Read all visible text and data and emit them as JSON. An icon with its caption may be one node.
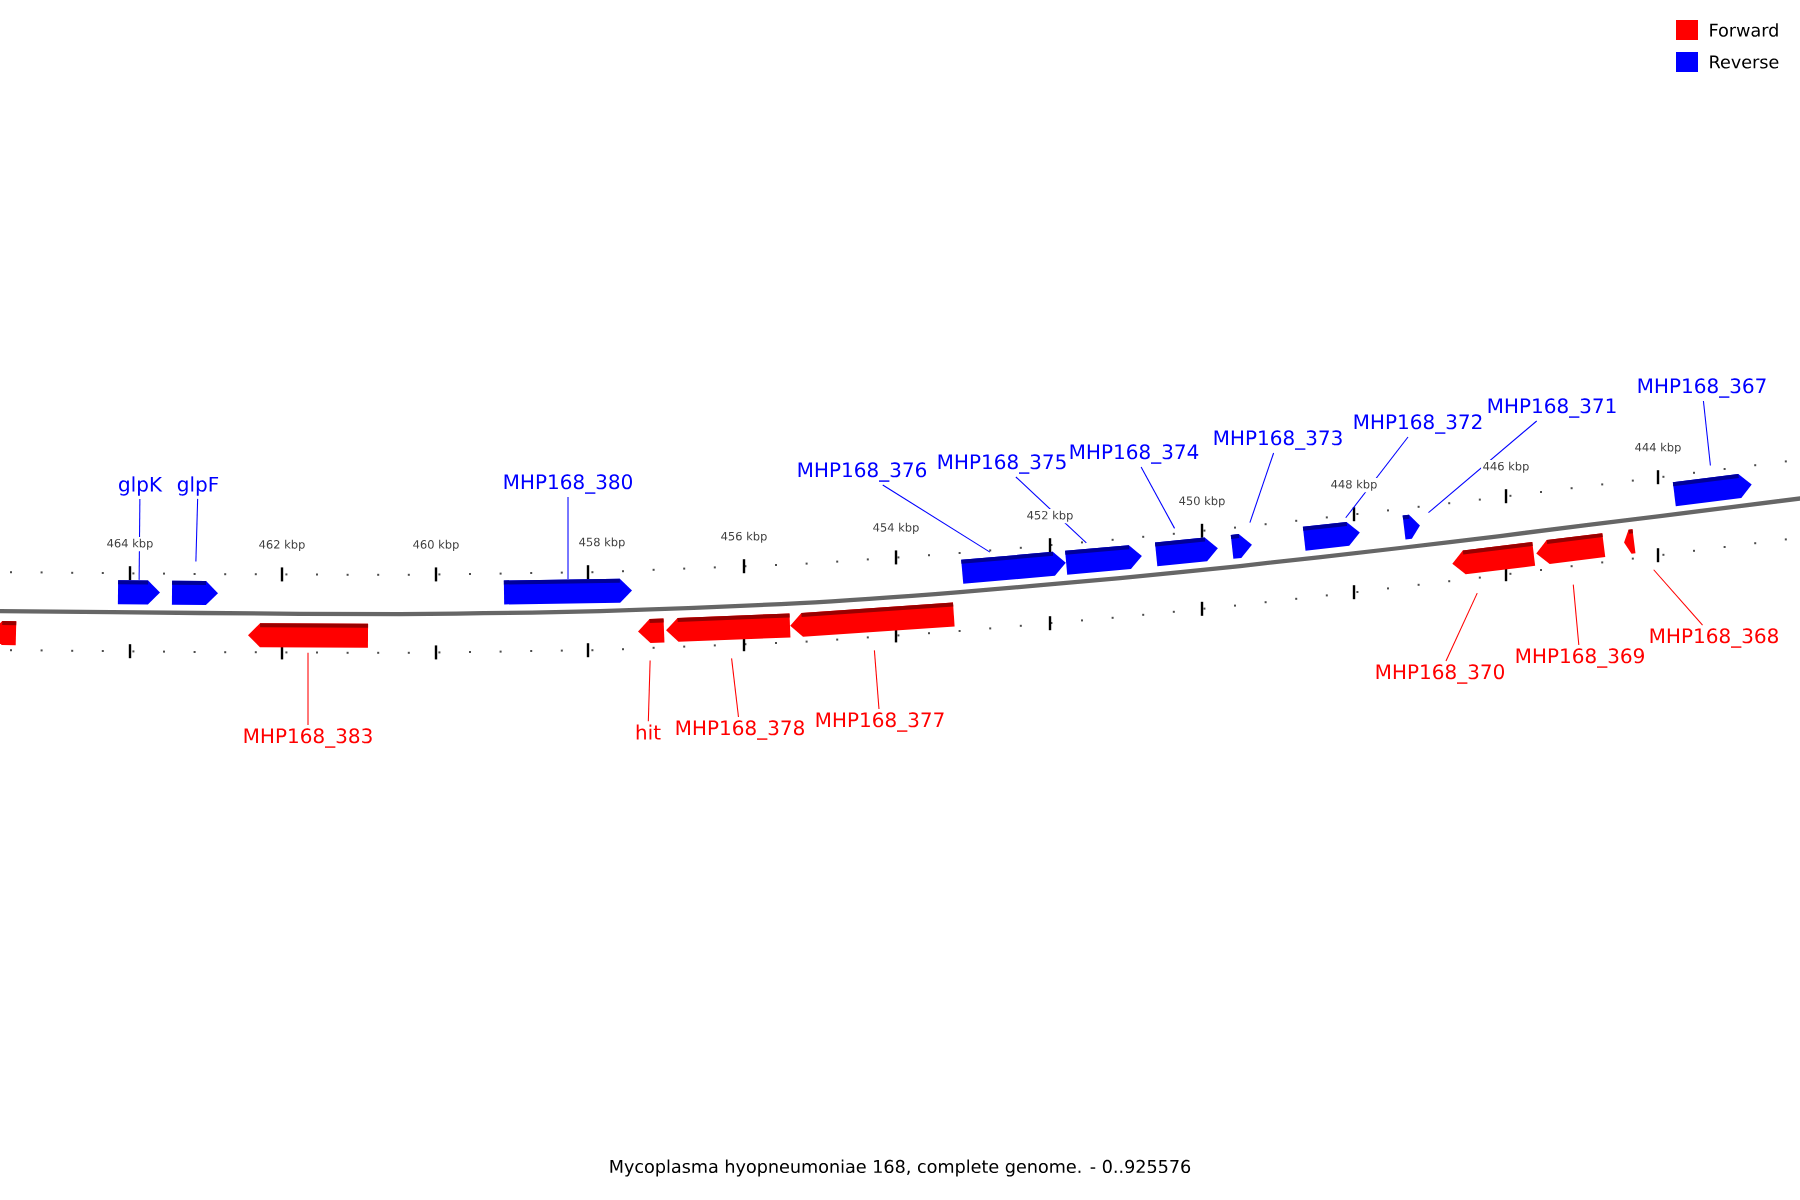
{
  "diagram": {
    "caption": "Mycoplasma hyopneumoniae 168, complete genome. - 0..925576",
    "nodes": [
      {
        "text": [],
        "shape": "bar"
      },
      {
        "text": [],
        "shape": "bar"
      },
      {
        "text": [
          "glpK"
        ]
      },
      {
        "text": [],
        "shape": "bar"
      },
      {
        "text": [
          "glpF"
        ]
      },
      {
        "text": [],
        "shape": "bar"
      },
      {
        "text": [
          "MHP168_383"
        ]
      },
      {
        "text": [],
        "shape": "bar"
      },
      {
        "text": [
          "MHP168_380"
        ]
      },
      {
        "text": [],
        "shape": "bar"
      },
      {
        "text": [
          "hit"
        ]
      },
      {
        "text": [],
        "shape": "bar"
      },
      {
        "text": [
          "MHP168_378"
        ]
      },
      {
        "text": [],
        "shape": "bar"
      },
      {
        "text": [
          "MHP168_377"
        ]
      },
      {
        "text": [],
        "shape": "bar"
      },
      {
        "text": [
          "MHP168_376"
        ]
      },
      {
        "text": [],
        "shape": "bar"
      },
      {
        "text": [
          "MHP168_375"
        ]
      },
      {
        "text": [],
        "shape": "bar"
      },
      {
        "text": [
          "MHP168_374"
        ]
      },
      {
        "text": [],
        "shape": "bar"
      },
      {
        "text": [
          "MHP168_373"
        ]
      },
      {
        "text": [],
        "shape": "bar"
      },
      {
        "text": [
          "MHP168_372"
        ]
      },
      {
        "text": [],
        "shape": "bar"
      },
      {
        "text": [
          "MHP168_371"
        ]
      },
      {
        "text": [],
        "shape": "bar"
      },
      {
        "text": [
          "MHP168_370"
        ]
      },
      {
        "text": [],
        "shape": "bar"
      },
      {
        "text": [
          "MHP168_369"
        ]
      },
      {
        "text": [],
        "shape": "bar"
      },
      {
        "text": [
          "MHP168_368"
        ]
      },
      {
        "text": [],
        "shape": "bar"
      },
      {
        "text": [
          "MHP168_367"
        ]
      }
    ],
    "edges": [
      {
        "from": 2,
        "to": 1,
        "arrow": "none"
      },
      {
        "from": 4,
        "to": 3,
        "arrow": "none"
      },
      {
        "from": 6,
        "to": 5,
        "arrow": "none",
        "color": "#ff0000"
      },
      {
        "from": 8,
        "to": 7,
        "arrow": "none"
      },
      {
        "from": 10,
        "to": 9,
        "arrow": "none",
        "color": "#ff0000"
      },
      {
        "from": 12,
        "to": 11,
        "arrow": "none",
        "color": "#ff0000"
      },
      {
        "from": 14,
        "to": 13,
        "arrow": "none",
        "color": "#ff0000"
      },
      {
        "from": 16,
        "to": 15,
        "arrow": "none"
      },
      {
        "from": 18,
        "to": 17,
        "arrow": "none"
      },
      {
        "from": 20,
        "to": 19,
        "arrow": "none"
      },
      {
        "from": 22,
        "to": 21,
        "arrow": "none"
      },
      {
        "from": 24,
        "to": 23,
        "arrow": "none"
      },
      {
        "from": 26,
        "to": 25,
        "arrow": "none"
      },
      {
        "from": 28,
        "to": 27,
        "arrow": "none",
        "color": "#ff0000"
      },
      {
        "from": 30,
        "to": 29,
        "arrow": "none",
        "color": "#ff0000"
      },
      {
        "from": 32,
        "to": 31,
        "arrow": "none",
        "color": "#ff0000"
      },
      {
        "from": 34,
        "to": 33,
        "arrow": "none"
      }
    ],
    "labels": [
      "464 kbp",
      "462 kbp",
      "460 kbp",
      "458 kbp",
      "456 kbp",
      "454 kbp",
      "452 kbp",
      "450 kbp",
      "448 kbp",
      "446 kbp",
      "444 kbp"
    ],
    "legend": [
      {
        "text": "Forward",
        "color": "#ff0000"
      },
      {
        "text": "Reverse",
        "color": "#0000ff"
      }
    ]
  }
}
